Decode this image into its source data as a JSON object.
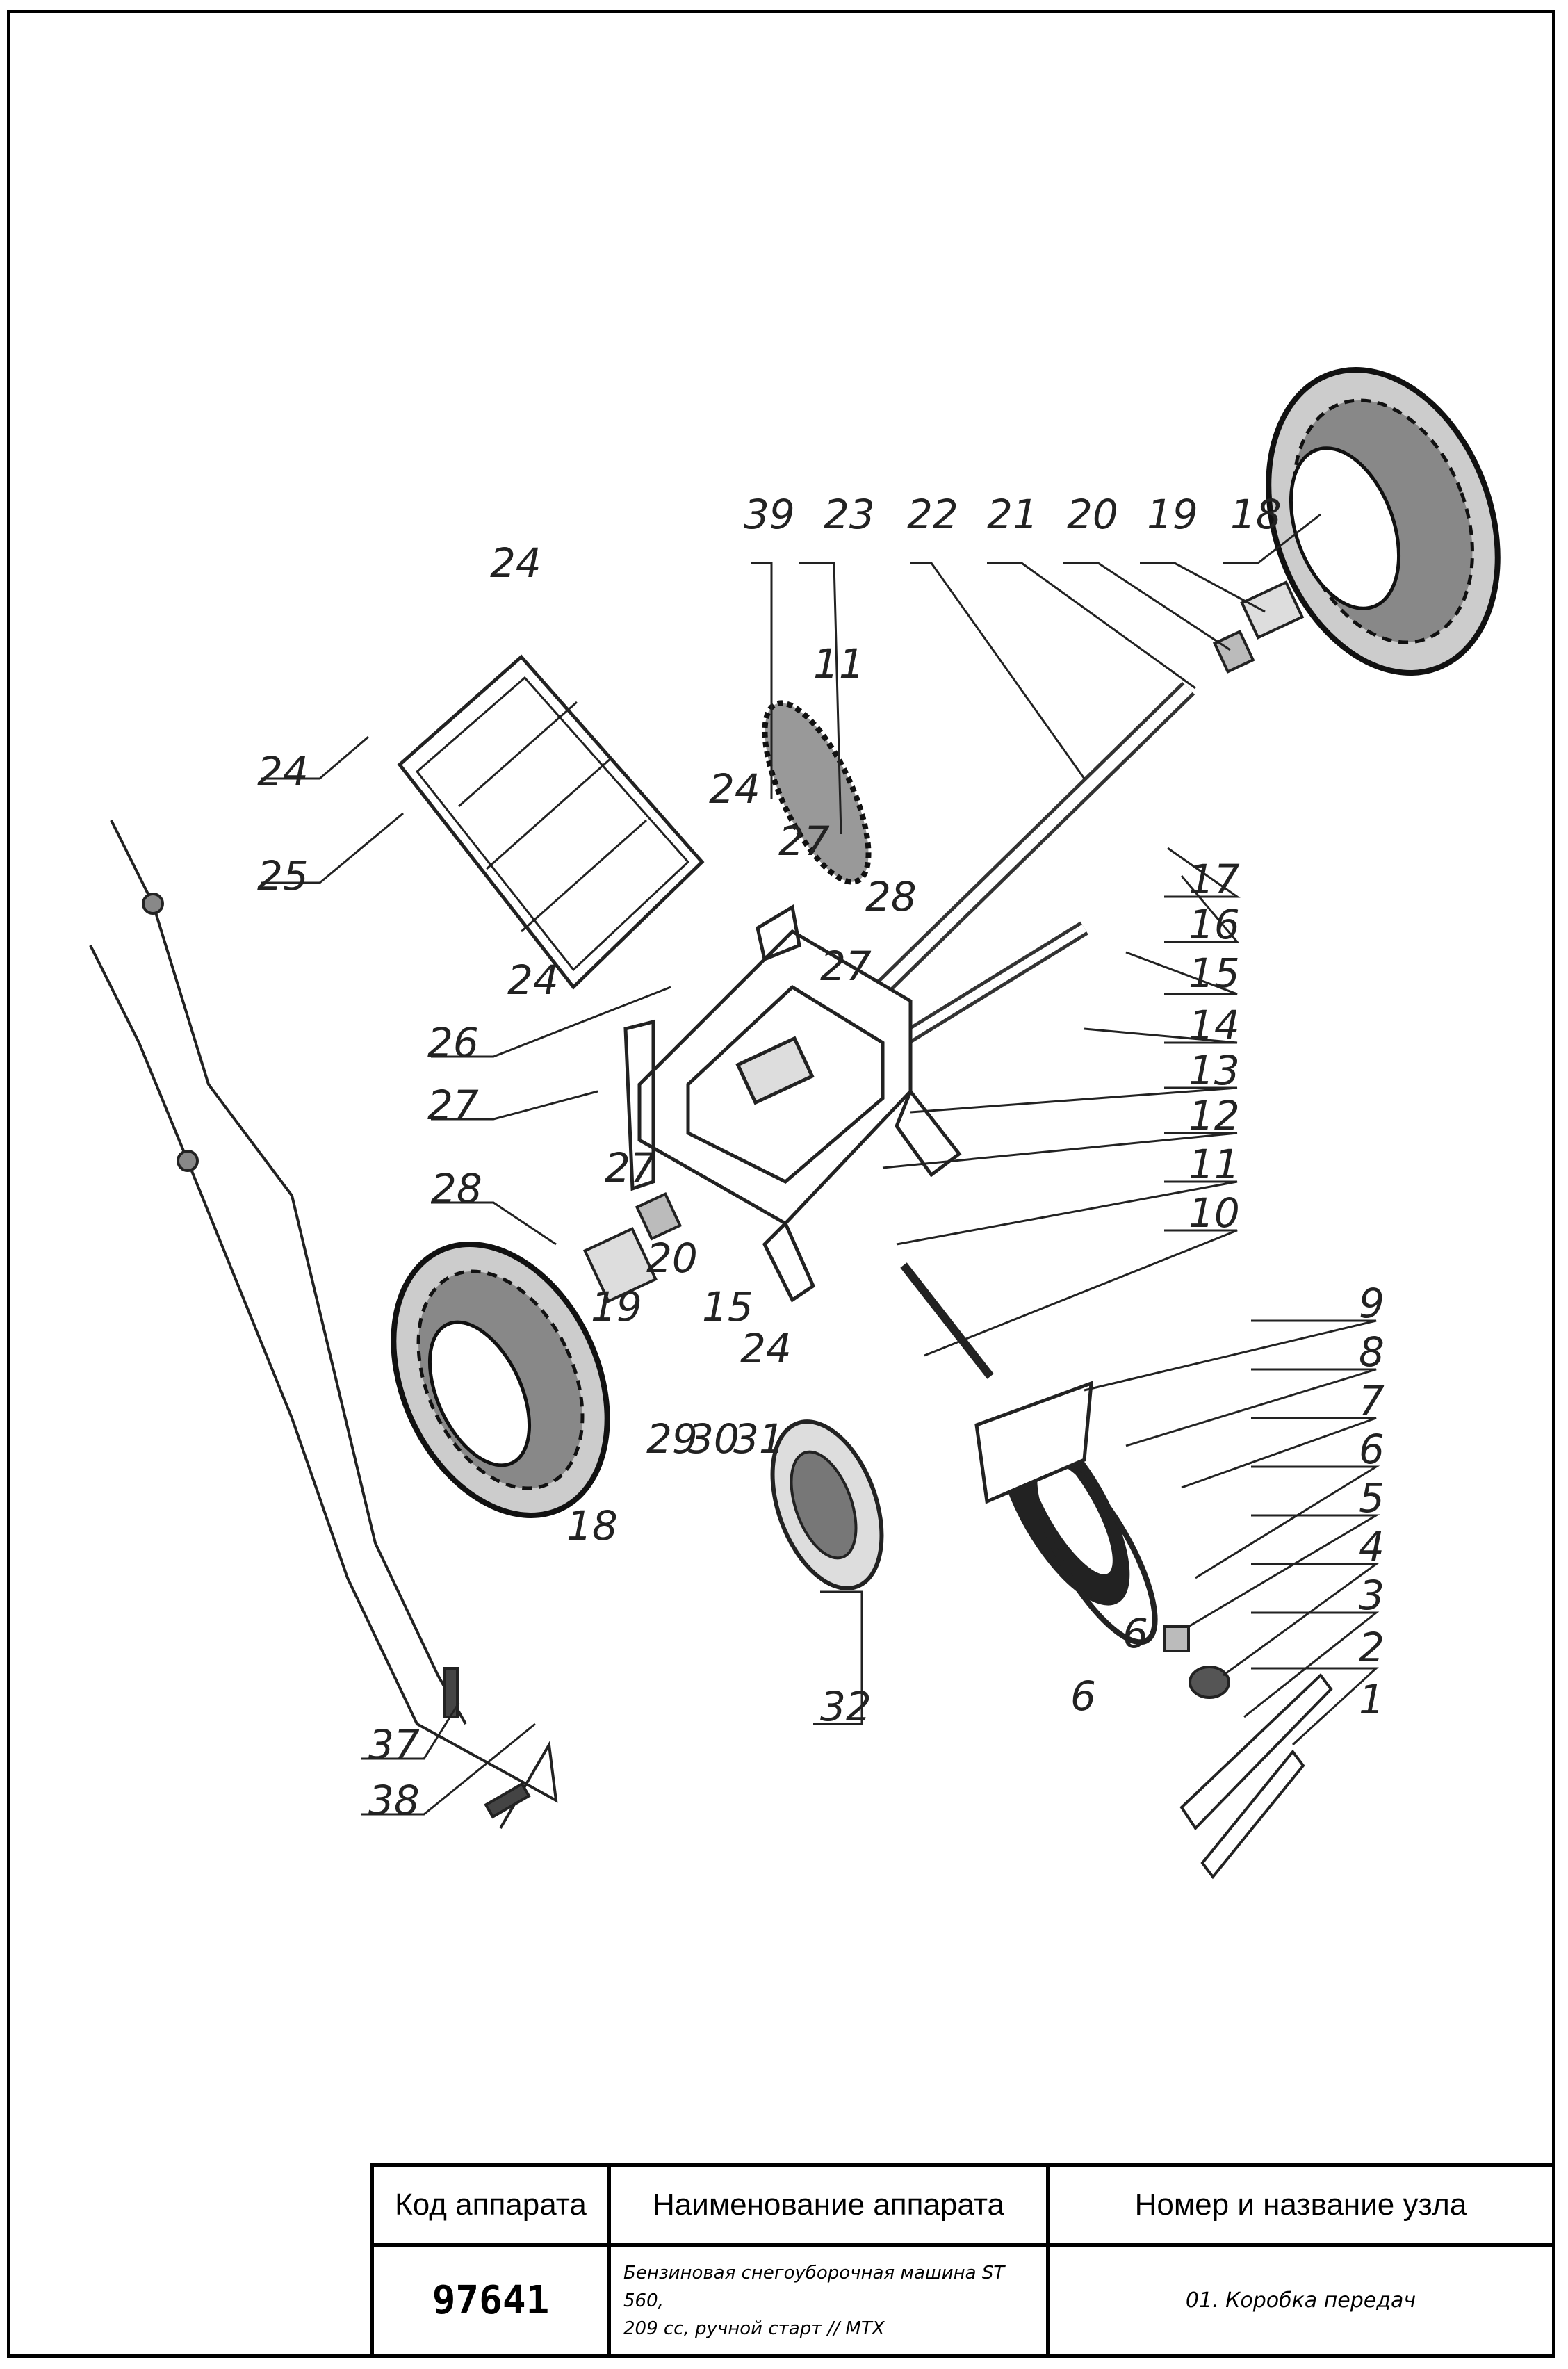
{
  "callouts": {
    "c1": "1",
    "c2": "2",
    "c3": "3",
    "c4": "4",
    "c5": "5",
    "c6a": "6",
    "c6b": "6",
    "c6c": "6",
    "c7": "7",
    "c8": "8",
    "c9": "9",
    "c10": "10",
    "c11a": "11",
    "c11b": "11",
    "c12": "12",
    "c13": "13",
    "c14": "14",
    "c15a": "15",
    "c15b": "15",
    "c16": "16",
    "c17": "17",
    "c18a": "18",
    "c18b": "18",
    "c19a": "19",
    "c19b": "19",
    "c20a": "20",
    "c20b": "20",
    "c21": "21",
    "c22": "22",
    "c23": "23",
    "c24a": "24",
    "c24b": "24",
    "c24c": "24",
    "c24d": "24",
    "c24e": "24",
    "c25": "25",
    "c26": "26",
    "c27a": "27",
    "c27b": "27",
    "c27c": "27",
    "c27d": "27",
    "c28a": "28",
    "c28b": "28",
    "c29": "29",
    "c30": "30",
    "c31": "31",
    "c32": "32",
    "c37": "37",
    "c38": "38",
    "c39": "39"
  },
  "title_block": {
    "col1_header": "Код аппарата",
    "col2_header": "Наименование аппарата",
    "col3_header": "Номер и название узла",
    "code": "97641",
    "machine_line1": "Бензиновая снегоуборочная машина ST 560,",
    "machine_line2": "209 cc, ручной старт // MTX",
    "unit": "01. Коробка передач"
  }
}
